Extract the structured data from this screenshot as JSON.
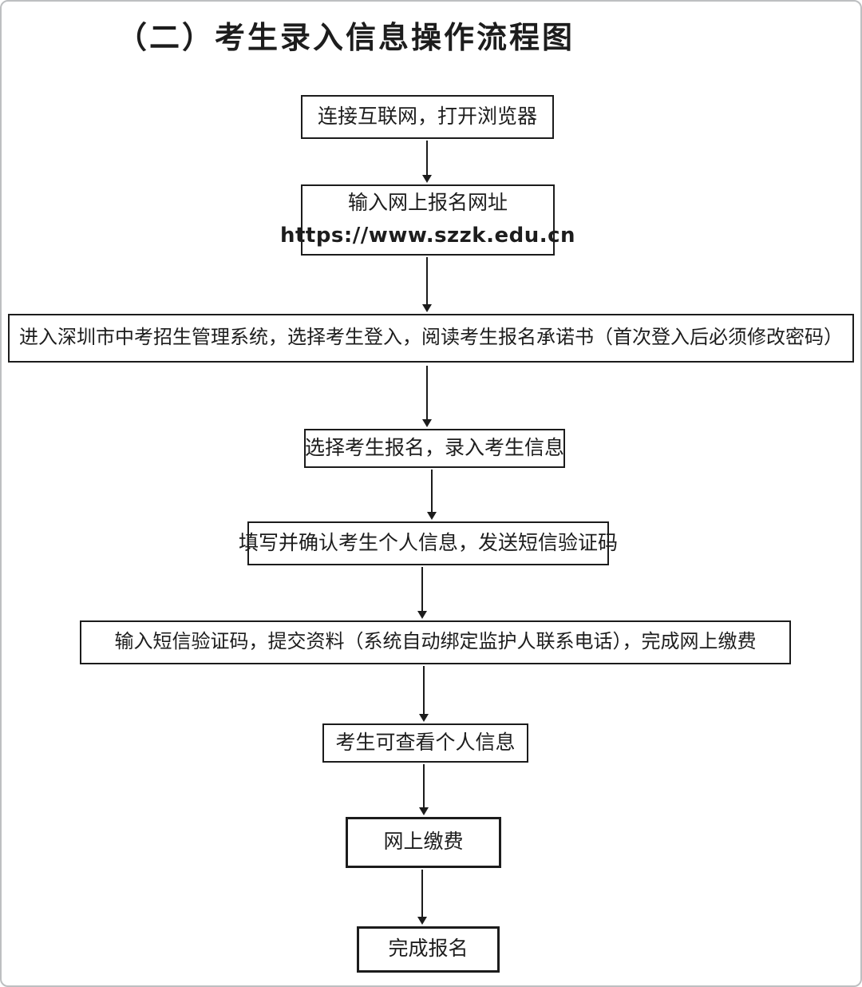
{
  "page_title": "（二）考生录入信息操作流程图",
  "flowchart": {
    "type": "vertical-flow",
    "steps": [
      {
        "id": "connect-internet",
        "text": "连接互联网，打开浏览器"
      },
      {
        "id": "enter-url",
        "line1": "输入网上报名网址",
        "line2": "https://www.szzk.edu.cn"
      },
      {
        "id": "login-system",
        "text": "进入深圳市中考招生管理系统，选择考生登入，阅读考生报名承诺书（首次登入后必须修改密码）"
      },
      {
        "id": "select-register",
        "text": "选择考生报名，录入考生信息"
      },
      {
        "id": "fill-confirm-info",
        "text": "填写并确认考生个人信息，发送短信验证码"
      },
      {
        "id": "submit-and-pay",
        "text": "输入短信验证码，提交资料（系统自动绑定监护人联系电话），完成网上缴费"
      },
      {
        "id": "view-personal-info",
        "text": "考生可查看个人信息"
      },
      {
        "id": "online-payment",
        "text": "网上缴费"
      },
      {
        "id": "complete-register",
        "text": "完成报名"
      }
    ],
    "connector": "arrow-down",
    "connector_count": 8
  },
  "colors": {
    "background": "#ffffff",
    "box_border": "#1c1c1c",
    "text": "#1d1d1d",
    "page_frame": "#bdbfc1"
  }
}
